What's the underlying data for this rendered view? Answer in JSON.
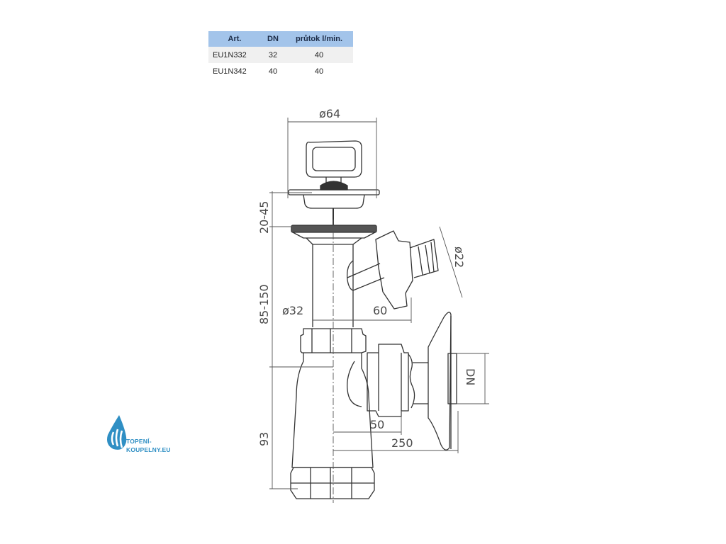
{
  "table": {
    "headers": [
      "Art.",
      "DN",
      "průtok l/min."
    ],
    "rows": [
      [
        "EU1N332",
        "32",
        "40"
      ],
      [
        "EU1N342",
        "40",
        "40"
      ]
    ]
  },
  "dimensions": {
    "d64": "ø64",
    "d20_45": "20-45",
    "d85_150": "85-150",
    "d32": "ø32",
    "d60": "60",
    "d22": "ø22",
    "dn": "DN",
    "d50": "50",
    "d250": "250",
    "d93": "93"
  },
  "logo": {
    "line1": "TOPENÍ-",
    "line2": "KOUPELNY.EU",
    "color": "#2f8fc4"
  },
  "colors": {
    "table_header": "#a3c4ea",
    "drawing_line": "#333333"
  }
}
